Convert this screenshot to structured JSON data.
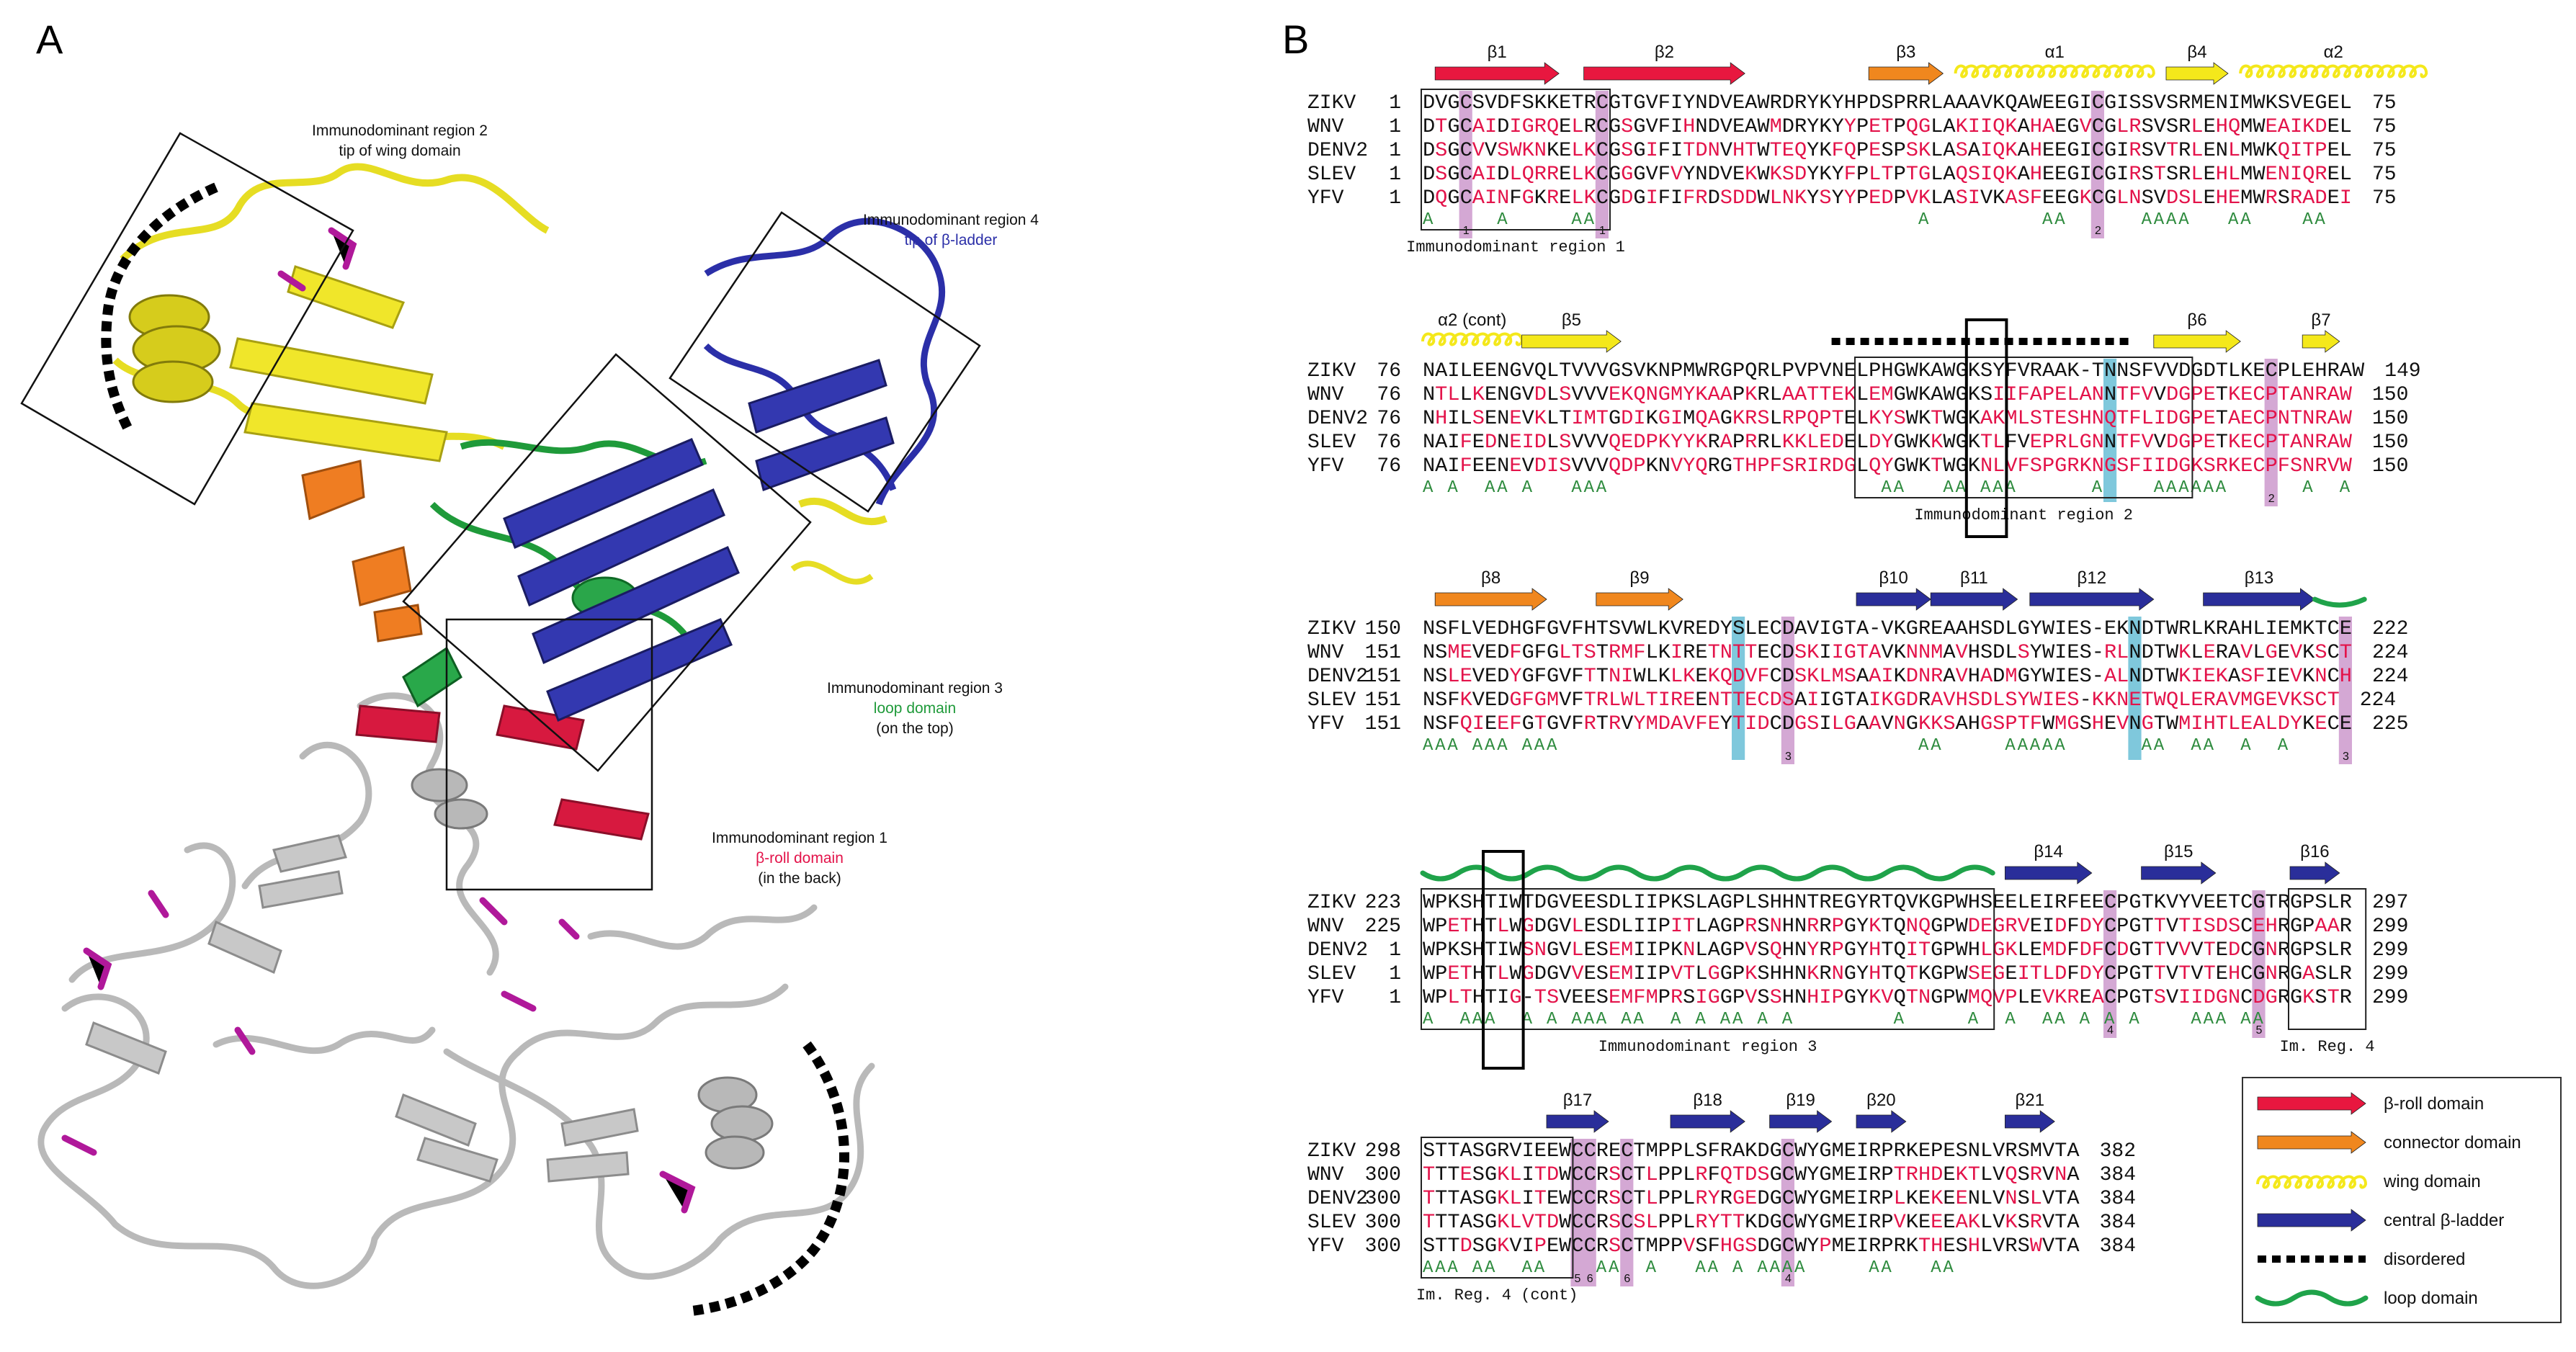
{
  "panel_a": {
    "letter": "A",
    "regions": [
      {
        "title": "Immunodominant region 2",
        "line2": "tip of wing domain",
        "line2_color": "#000000",
        "line3": ""
      },
      {
        "title": "Immunodominant region 4",
        "line2": "tip of β-ladder",
        "line2_color": "#2b2fa8",
        "line3": ""
      },
      {
        "title": "Immunodominant region 3",
        "line2": "loop domain",
        "line2_color": "#1f9a3a",
        "line3": "(on the top)"
      },
      {
        "title": "Immunodominant region 1",
        "line2": "β-roll domain",
        "line2_color": "#e3134a",
        "line3": "(in the back)"
      }
    ]
  },
  "panel_b": {
    "letter": "B",
    "colors": {
      "b_roll": "#e8173f",
      "connector": "#f0871e",
      "wing": "#f4e81b",
      "ladder": "#2a2e9a",
      "loop": "#1fa34a",
      "mismatch": "#e3134a",
      "conserved_A": "#2e8b3e",
      "cys_highlight": "#d4a8d4",
      "glyc_highlight": "#7fc8dc"
    },
    "blocks": [
      {
        "ss": [
          {
            "type": "arrow",
            "color": "b_roll",
            "label": "β1",
            "start": 1,
            "end": 10
          },
          {
            "type": "arrow",
            "color": "b_roll",
            "label": "β2",
            "start": 13,
            "end": 25
          },
          {
            "type": "arrow",
            "color": "connector",
            "label": "β3",
            "start": 36,
            "end": 41
          },
          {
            "type": "helix",
            "color": "wing",
            "label": "α1",
            "start": 43,
            "end": 58
          },
          {
            "type": "arrow",
            "color": "wing",
            "label": "β4",
            "start": 60,
            "end": 64
          },
          {
            "type": "helix",
            "color": "wing",
            "label": "α2",
            "start": 66,
            "end": 80
          }
        ],
        "rows": [
          {
            "name": "ZIKV",
            "start": "1",
            "seq": "DVGCSVDFSKKETRCGTGVFIYNDVEAWRDRYKYHPDSPRRLAAAVKQAWEEGICGISSVSRMENIMWKSVEGEL",
            "end": "75"
          },
          {
            "name": "WNV",
            "start": "1",
            "seq": "DTGCAIDIGRQELRCGSGVFIHNDVEAWMDRYKYYPETPQGLAKIIQKAHAEGVCGLRSVSRLEHQMWEAIKDEL",
            "end": "75"
          },
          {
            "name": "DENV2",
            "start": "1",
            "seq": "DSGCVVSWKNKELKCGSGIFITDNVHTWTEQYKFQPESPSKLASAIQKAHEEGICGIRSVTRLENLMWKQITPEL",
            "end": "75"
          },
          {
            "name": "SLEV",
            "start": "1",
            "seq": "DSGCAIDLQRRELKCGGGVFVYNDVEKWKSDYKYFPLTPTGLAQSIQKAHEEGICGIRSTSRLEHLMWENIQREL",
            "end": "75"
          },
          {
            "name": "YFV",
            "start": "1",
            "seq": "DQGCAINFGKRELKCGDGIFIFRDSDDWLNKYSYYPEDPVKLASIVKASFEEGKCGLNSVDSLEHEMWRSRADEI",
            "end": "75"
          }
        ],
        "cons": "A     A     AA                          A         AA      AAAA   AA    AA",
        "cys": [
          {
            "col": 3,
            "num": "1"
          },
          {
            "col": 14,
            "num": "1"
          },
          {
            "col": 54,
            "num": "2"
          }
        ],
        "glyc": [],
        "boxes": [
          {
            "start": 0,
            "end": 14,
            "label": "Immunodominant region 1",
            "label_pos": "below"
          }
        ],
        "thick_boxes": []
      },
      {
        "ss": [
          {
            "type": "helix",
            "color": "wing",
            "label": "α2 (cont)",
            "start": 0,
            "end": 7
          },
          {
            "type": "arrow",
            "color": "wing",
            "label": "β5",
            "start": 8,
            "end": 15
          },
          {
            "type": "dashes",
            "color": "black",
            "label": "",
            "start": 33,
            "end": 56
          },
          {
            "type": "arrow",
            "color": "wing",
            "label": "β6",
            "start": 59,
            "end": 65
          },
          {
            "type": "arrow",
            "color": "wing",
            "label": "β7",
            "start": 71,
            "end": 73
          }
        ],
        "rows": [
          {
            "name": "ZIKV",
            "start": "76",
            "seq": "NAILEENGVQLTVVVGSVKNPMWRGPQRLPVPVNELPHGWKAWGKSYFVRAAK-TNNSFVVDGDTLKECPLEHRAW",
            "end": "149"
          },
          {
            "name": "WNV",
            "start": "76",
            "seq": "NTLLKENGVDLSVVVEKQNGMYKAAPKRLAATTEKLEMGWKAWGKSIIFAPELANNTFVVDGPETKECPTANRAW",
            "end": "150"
          },
          {
            "name": "DENV2",
            "start": "76",
            "seq": "NHILSENEVKLTIMTGDIKGIMQAGKRSLRPQPTELKYSWKTWGKAKMLSTESHNQTFLIDGPETAECPNTNRAW",
            "end": "150"
          },
          {
            "name": "SLEV",
            "start": "76",
            "seq": "NAIFEDNEIDLSVVVQEDPKYYKRAPRRLKKLEDELDYGWKKWGKTLFVEPRLGNNTFVVDGPETKECPTANRAW",
            "end": "150"
          },
          {
            "name": "YFV",
            "start": "76",
            "seq": "NAIFEENEVDISVVVQDPKNVYQRGTHPFSRIRDGLQYGWKTWGKNLVFSPGRKNGSFIIDGKSRKECPFSNRVW",
            "end": "150"
          }
        ],
        "cons": "A A  AA A   AAA                      AA   AA AAA      A    AAAAAA      A  A",
        "cys": [
          {
            "col": 68,
            "num": "2"
          }
        ],
        "glyc": [
          {
            "col": 55
          }
        ],
        "boxes": [
          {
            "start": 35,
            "end": 61,
            "label": "Immunodominant region 2",
            "label_pos": "below"
          }
        ],
        "thick_boxes": [
          {
            "start": 44,
            "end": 46
          }
        ]
      },
      {
        "ss": [
          {
            "type": "arrow",
            "color": "connector",
            "label": "β8",
            "start": 1,
            "end": 9
          },
          {
            "type": "arrow",
            "color": "connector",
            "label": "β9",
            "start": 14,
            "end": 20
          },
          {
            "type": "arrow",
            "color": "ladder",
            "label": "β10",
            "start": 35,
            "end": 40
          },
          {
            "type": "arrow",
            "color": "ladder",
            "label": "β11",
            "start": 41,
            "end": 47
          },
          {
            "type": "arrow",
            "color": "ladder",
            "label": "β12",
            "start": 49,
            "end": 58
          },
          {
            "type": "arrow",
            "color": "ladder",
            "label": "β13",
            "start": 63,
            "end": 71
          },
          {
            "type": "wave",
            "color": "loop",
            "label": "",
            "start": 72,
            "end": 75
          }
        ],
        "rows": [
          {
            "name": "ZIKV",
            "start": "150",
            "seq": "NSFLVEDHGFGVFHTSVWLKVREDYSLECDAVIGTA-VKGREAAHSDLGYWIES-EKNDTWRLKRAHLIEMKTCE",
            "end": "222"
          },
          {
            "name": "WNV",
            "start": "151",
            "seq": "NSMEVEDFGFGLTSTRMFLKIRETNTTECDSKIIGTAVKNNMAVHSDLSYWIES-RLNDTWKLERAVLGEVKSCT",
            "end": "224"
          },
          {
            "name": "DENV2",
            "start": "151",
            "seq": "NSLEVEDYGFGVFTTNIWLKLKEKQDVFCDSKLMSAAIKDNRAVHADMGYWIES-ALNDTWKIEKASFIEVKNCH",
            "end": "224"
          },
          {
            "name": "SLEV",
            "start": "151",
            "seq": "NSFKVEDGFGMVFTRLWLTIREENTTECDSAIIGTAIKGDRAVHSDLSYWIES-KKNETWQLERAVMGEVKSCT",
            "end": "224"
          },
          {
            "name": "YFV",
            "start": "151",
            "seq": "NSFQIEEFGTGVFRTRVYMDAVFEYTIDCDGSILGAAVNGKKSAHGSPTFWMGSHEVNGTWMIHTLEALDYKECE",
            "end": "225"
          }
        ],
        "cons": "AAA AAA AAA                             AA     AAAAA      AA  AA  A  A",
        "cys": [
          {
            "col": 29,
            "num": "3"
          },
          {
            "col": 74,
            "num": "3"
          }
        ],
        "glyc": [
          {
            "col": 25
          },
          {
            "col": 57
          }
        ],
        "boxes": [],
        "thick_boxes": []
      },
      {
        "ss": [
          {
            "type": "wave",
            "color": "loop",
            "label": "",
            "start": 0,
            "end": 45
          },
          {
            "type": "arrow",
            "color": "ladder",
            "label": "β14",
            "start": 47,
            "end": 53
          },
          {
            "type": "arrow",
            "color": "ladder",
            "label": "β15",
            "start": 58,
            "end": 63
          },
          {
            "type": "arrow",
            "color": "ladder",
            "label": "β16",
            "start": 70,
            "end": 73
          }
        ],
        "rows": [
          {
            "name": "ZIKV",
            "start": "223",
            "seq": "WPKSHTIWTDGVEESDLIIPKSLAGPLSHHNTREGYRTQVKGPWHSEELEIRFEECPGTKVYVEETCGTRGPSLR",
            "end": "297"
          },
          {
            "name": "WNV",
            "start": "225",
            "seq": "WPETHTLWGDGVLESDLIIPITLAGPRSNHNRRPGYKTQNQGPWDEGRVEIDFDYCPGTTVTISDSCEHRGPAAR",
            "end": "299"
          },
          {
            "name": "DENV2",
            "start": "1",
            "seq": "WPKSHTIWSNGVLESEMIIPKNLAGPVSQHNYRPGYHTQITGPWHLGKLEMDFDFCDGTTVVVTEDCGNRGPSLR",
            "end": "299"
          },
          {
            "name": "SLEV",
            "start": "1",
            "seq": "WPETHTLWGDGVVESEMIIPVTLGGPKSHHNKRNGYHTQTKGPWSEGEITLDFDYCPGTTVTVTEHCGNRGASLR",
            "end": "299"
          },
          {
            "name": "YFV",
            "start": "1",
            "seq": "WPLTHTIG-TSVEESEMFMPRSIGGPVSSHNHIPGYKVQTNGPWMQVPLEVKREACPGTSVIIDGNCDGRGKSTR",
            "end": "299"
          }
        ],
        "cons": "A  AAA  A A AAA AA  A A AA A A        A     A  A  AA A A A    AAA AA",
        "cys": [
          {
            "col": 55,
            "num": "4"
          },
          {
            "col": 67,
            "num": "5"
          }
        ],
        "glyc": [],
        "boxes": [
          {
            "start": 0,
            "end": 45,
            "label": "Immunodominant region 3",
            "label_pos": "below"
          },
          {
            "start": 70,
            "end": 75,
            "label": "Im. Reg. 4",
            "label_pos": "below"
          }
        ],
        "thick_boxes": [
          {
            "start": 5,
            "end": 7
          }
        ]
      },
      {
        "ss": [
          {
            "type": "arrow",
            "color": "ladder",
            "label": "β17",
            "start": 10,
            "end": 14
          },
          {
            "type": "arrow",
            "color": "ladder",
            "label": "β18",
            "start": 20,
            "end": 25
          },
          {
            "type": "arrow",
            "color": "ladder",
            "label": "β19",
            "start": 28,
            "end": 32
          },
          {
            "type": "arrow",
            "color": "ladder",
            "label": "β20",
            "start": 35,
            "end": 38
          },
          {
            "type": "arrow",
            "color": "ladder",
            "label": "β21",
            "start": 47,
            "end": 50
          }
        ],
        "rows": [
          {
            "name": "ZIKV",
            "start": "298",
            "seq": "STTASGRVIEEWCCRECTMPPLSFRAKDGCWYGMEIRPRKEPESNLVRSMVTA",
            "end": "382"
          },
          {
            "name": "WNV",
            "start": "300",
            "seq": "TTTESGKLITDWCCRSCTLPPLRFQTDSGCWYGMEIRPTRHDEKTLVQSRVNA",
            "end": "384"
          },
          {
            "name": "DENV2",
            "start": "300",
            "seq": "TTTASGKLITEWCCRSCTLPPLRYRGEDGCWYGMEIRPLKEKEENLVNSLVTA",
            "end": "384"
          },
          {
            "name": "SLEV",
            "start": "300",
            "seq": "TTTASGKLVTDWCCRSCSLPPLRYTTKDGCWYGMEIRPVKEEEAKLVKSRVTA",
            "end": "384"
          },
          {
            "name": "YFV",
            "start": "300",
            "seq": "STTDSGKVIPEWCCRSCTMPPVSFHGSDGCWYPMEIRPRKTHESHLVRSWVTA",
            "end": "384"
          }
        ],
        "cons": "AAA AA  AA    AA  A   AA A AAAA     AA   AA",
        "cys": [
          {
            "col": 12,
            "num": "5"
          },
          {
            "col": 13,
            "num": "6"
          },
          {
            "col": 16,
            "num": "6"
          },
          {
            "col": 29,
            "num": "4"
          }
        ],
        "glyc": [],
        "boxes": [
          {
            "start": 0,
            "end": 11,
            "label": "Im. Reg. 4 (cont)",
            "label_pos": "below"
          }
        ],
        "thick_boxes": []
      }
    ],
    "legend": [
      {
        "sym": "arrow",
        "color": "b_roll",
        "label": "β-roll domain"
      },
      {
        "sym": "arrow",
        "color": "connector",
        "label": "connector domain"
      },
      {
        "sym": "helix",
        "color": "wing",
        "label": "wing domain"
      },
      {
        "sym": "arrow",
        "color": "ladder",
        "label": "central β-ladder"
      },
      {
        "sym": "dashes",
        "color": "black",
        "label": "disordered"
      },
      {
        "sym": "wave",
        "color": "loop",
        "label": "loop domain"
      }
    ]
  }
}
